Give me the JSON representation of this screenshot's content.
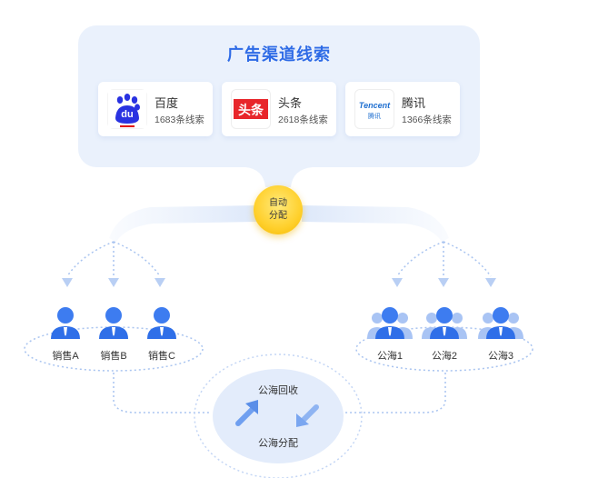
{
  "title": "广告渠道线索",
  "channels": [
    {
      "name": "百度",
      "count": "1683条线索",
      "logo": "baidu-logo",
      "logo_text": "du"
    },
    {
      "name": "头条",
      "count": "2618条线索",
      "logo": "toutiao-logo",
      "logo_text": "头条"
    },
    {
      "name": "腾讯",
      "count": "1366条线索",
      "logo": "tencent-logo",
      "logo_text": "Tencent",
      "logo_sub": "腾讯"
    }
  ],
  "hub": {
    "line1": "自动",
    "line2": "分配"
  },
  "sales": [
    "销售A",
    "销售B",
    "销售C"
  ],
  "pools": [
    "公海1",
    "公海2",
    "公海3"
  ],
  "cycle": {
    "recover": "公海回收",
    "assign": "公海分配"
  },
  "colors": {
    "accent": "#2e6be6",
    "hub": "#ffd02c",
    "panel": "#eaf1fc",
    "line": "#9dbcf0"
  }
}
